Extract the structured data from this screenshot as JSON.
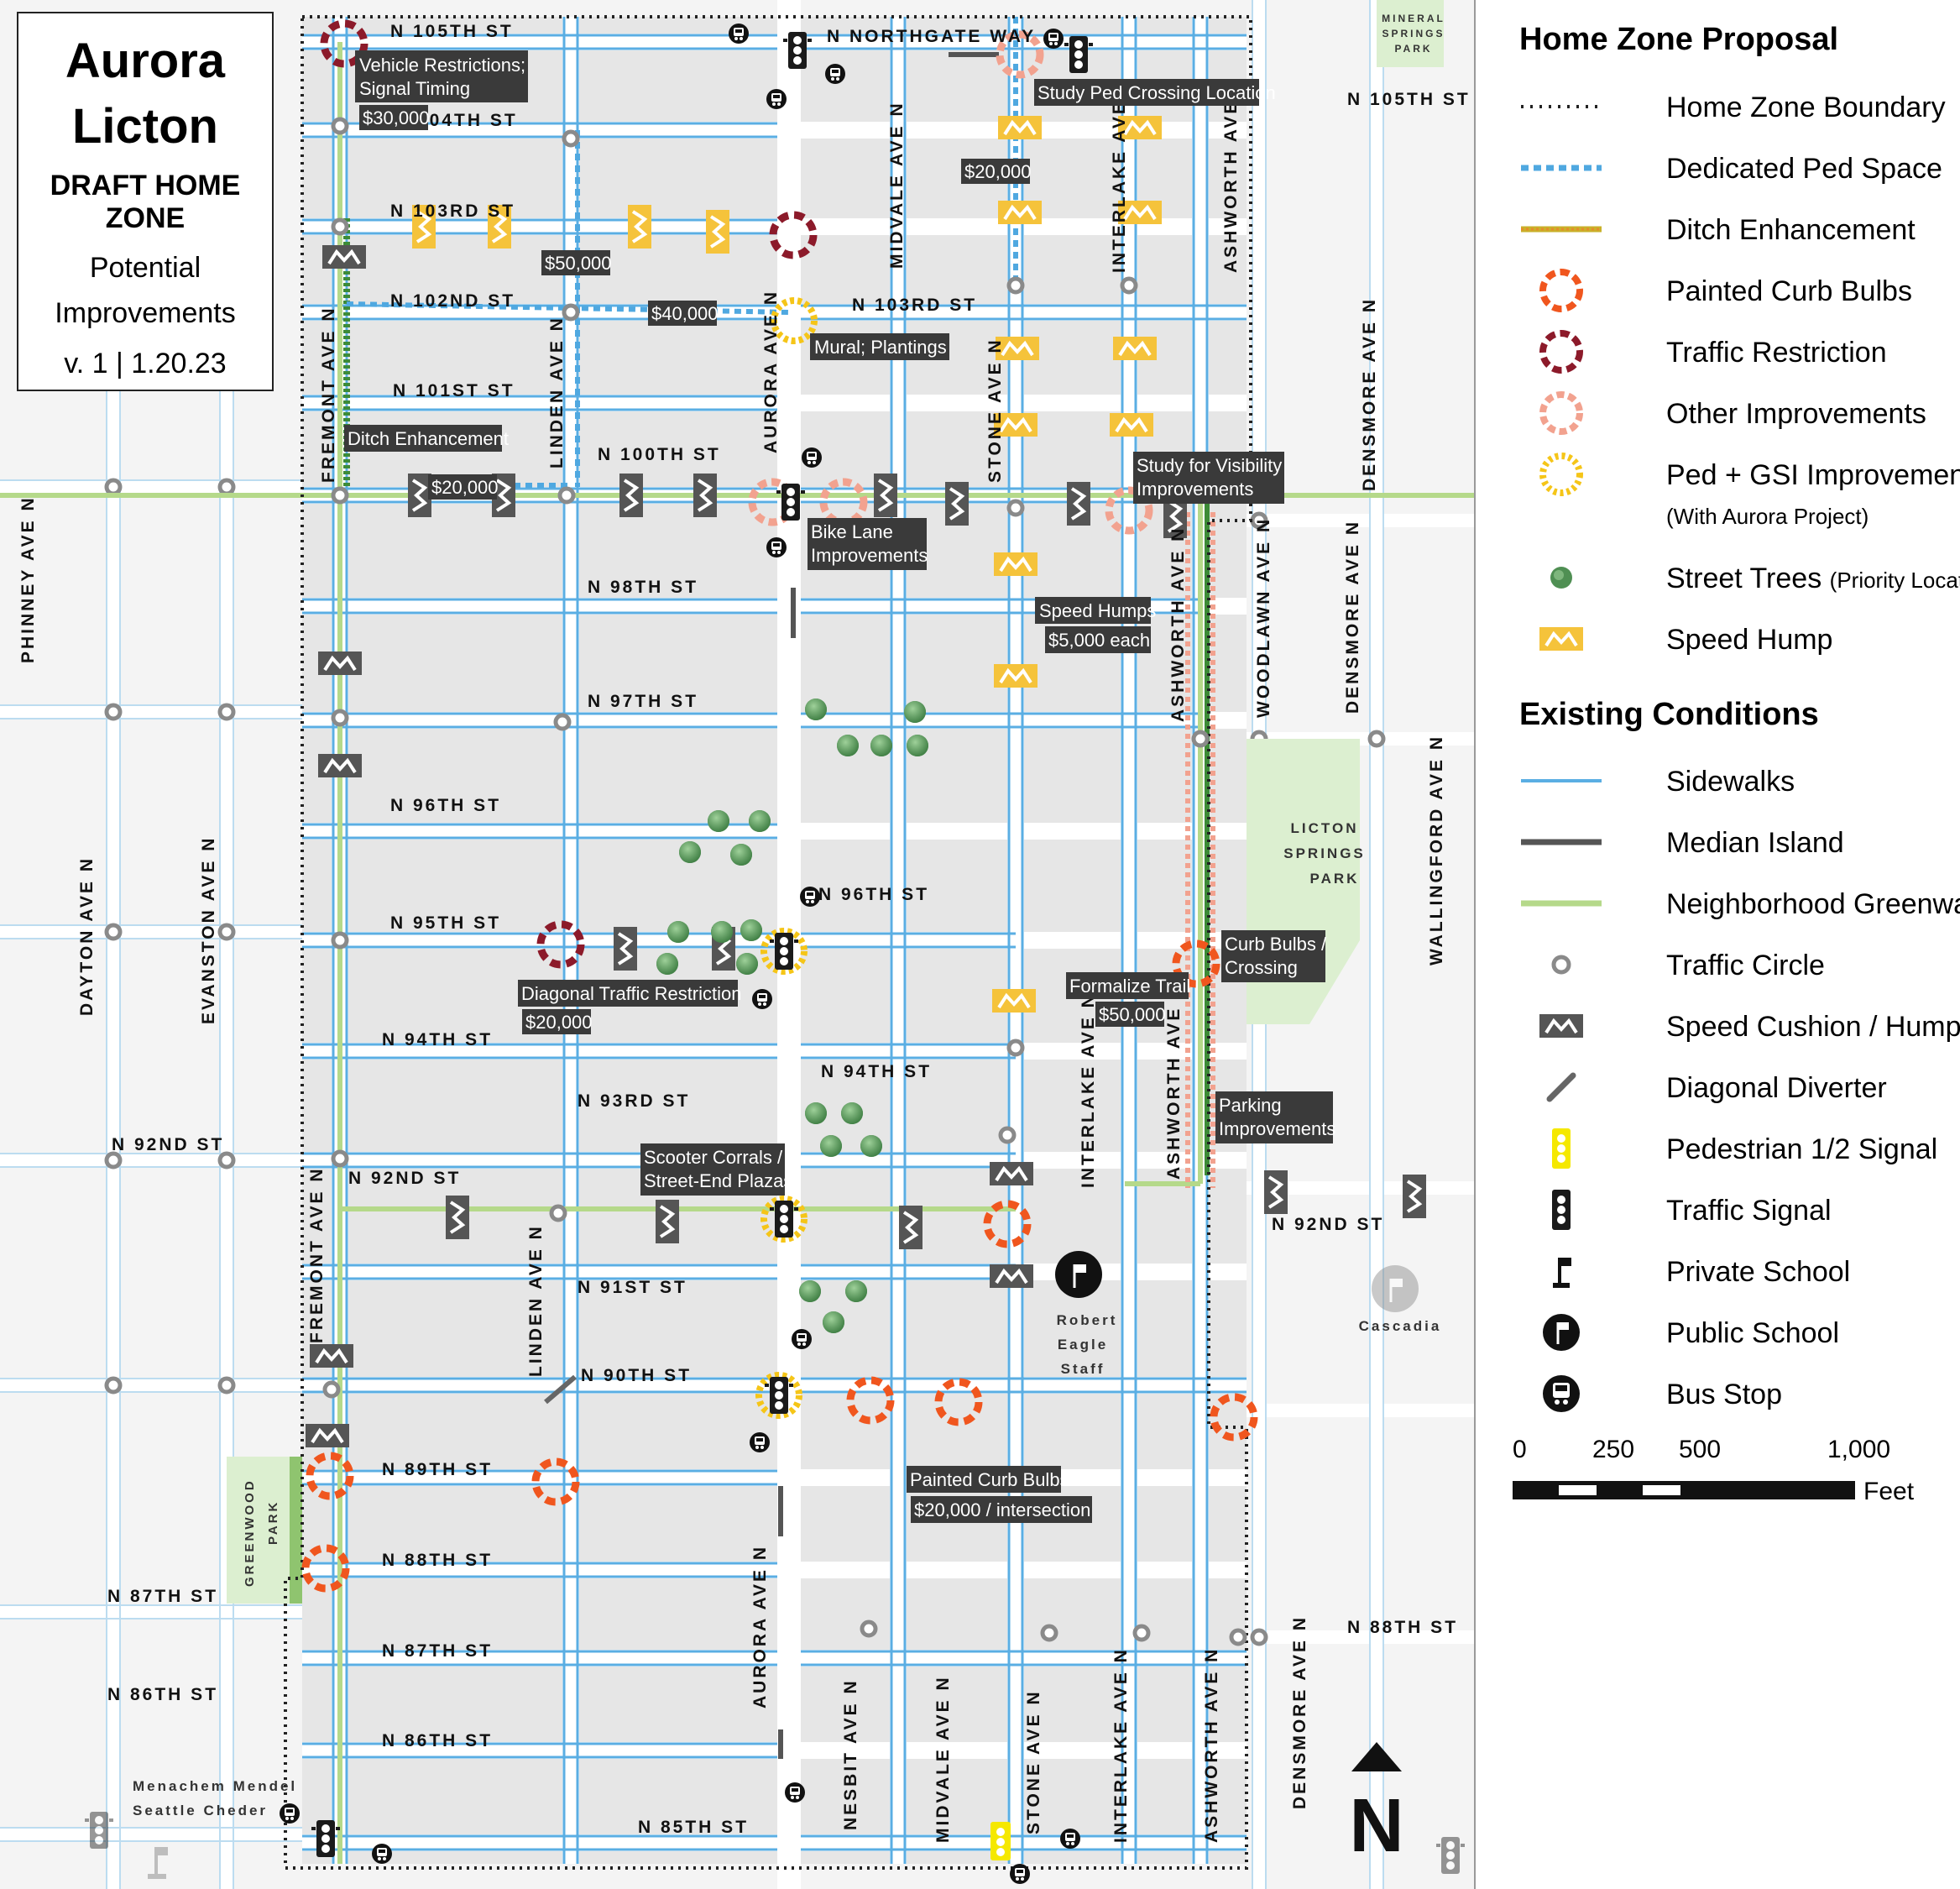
{
  "title": {
    "line1": "Aurora",
    "line2": "Licton",
    "line3": "DRAFT HOME ZONE",
    "line4": "Potential",
    "line5": "Improvements",
    "line6": "v. 1 | 1.20.23"
  },
  "streets": {
    "n105_left": "N 105TH ST",
    "northgate": "N NORTHGATE WAY",
    "n105_right": "N 105TH ST",
    "n104": "N 104TH ST",
    "n103_left": "N 103RD ST",
    "n103_right": "N 103RD ST",
    "n102": "N 102ND ST",
    "n101": "N 101ST ST",
    "n100": "N 100TH ST",
    "n98": "N 98TH ST",
    "n97": "N 97TH ST",
    "n96_left": "N 96TH ST",
    "n96_right": "N 96TH ST",
    "n95": "N 95TH ST",
    "n94_left": "N 94TH ST",
    "n94_right": "N 94TH ST",
    "n93": "N 93RD ST",
    "n92_far": "N 92ND ST",
    "n92_left": "N 92ND ST",
    "n92_right": "N 92ND ST",
    "n91": "N 91ST ST",
    "n90": "N 90TH ST",
    "n89": "N 89TH ST",
    "n88": "N 88TH ST",
    "n88_right": "N 88TH ST",
    "n87_far": "N 87TH ST",
    "n87": "N 87TH ST",
    "n86_far": "N 86TH ST",
    "n86": "N 86TH ST",
    "n85": "N 85TH ST",
    "phinney": "PHINNEY AVE N",
    "dayton": "DAYTON AVE N",
    "evanston": "EVANSTON AVE N",
    "fremont_top": "FREMONT AVE N",
    "fremont_bot": "FREMONT AVE N",
    "linden_top": "LINDEN AVE N",
    "linden_bot": "LINDEN AVE N",
    "aurora_top": "AURORA AVE N",
    "aurora_bot": "AURORA AVE N",
    "midvale_top": "MIDVALE AVE N",
    "midvale_bot": "MIDVALE AVE N",
    "stone_top": "STONE AVE N",
    "stone_bot": "STONE AVE N",
    "interlake_top": "INTERLAKE AVE N",
    "interlake_mid": "INTERLAKE AVE N",
    "interlake_bot": "INTERLAKE AVE N",
    "ashworth_top": "ASHWORTH AVE N",
    "ashworth_mid1": "ASHWORTH AVE N",
    "ashworth_mid2": "ASHWORTH AVE N",
    "ashworth_bot": "ASHWORTH AVE N",
    "densmore_top": "DENSMORE AVE N",
    "densmore_mid": "DENSMORE AVE N",
    "densmore_bot": "DENSMORE AVE N",
    "woodlawn": "WOODLAWN AVE N",
    "wallingford": "WALLINGFORD AVE N",
    "nesbit": "NESBIT AVE N"
  },
  "places": {
    "mineral_1": "MINERAL",
    "mineral_2": "SPRINGS",
    "mineral_3": "PARK",
    "licton_1": "LICTON",
    "licton_2": "SPRINGS",
    "licton_3": "PARK",
    "greenwood_1": "GREENWOOD",
    "greenwood_2": "PARK",
    "robert_1": "Robert",
    "robert_2": "Eagle",
    "robert_3": "Staff",
    "cascadia": "Cascadia",
    "menachem_1": "Menachem Mendel",
    "menachem_2": "Seattle Cheder"
  },
  "callouts": {
    "vehicle_1": "Vehicle Restrictions;",
    "vehicle_2": "Signal Timing",
    "cost_30k": "$30,000",
    "study_ped": "Study Ped Crossing Location",
    "cost_20k_a": "$20,000",
    "cost_50k_a": "$50,000",
    "cost_40k": "$40,000",
    "mural": "Mural; Plantings",
    "ditch": "Ditch Enhancement",
    "cost_20k_b": "$20,000",
    "vis_1": "Study for Visibility",
    "vis_2": "Improvements",
    "bike_1": "Bike Lane",
    "bike_2": "Improvements",
    "humps_1": "Speed Humps",
    "humps_2": "$5,000 each",
    "curbx_1": "Curb Bulbs /",
    "curbx_2": "Crossing",
    "trail_1": "Formalize Trail",
    "trail_2": "$50,000",
    "diag_1": "Diagonal Traffic Restriction",
    "diag_2": "$20,000",
    "parking_1": "Parking",
    "parking_2": "Improvements",
    "scooter_1": "Scooter Corrals /",
    "scooter_2": "Street-End Plazas",
    "painted_1": "Painted Curb Bulbs",
    "painted_2": "$20,000 / intersection"
  },
  "legend": {
    "proposal_heading": "Home Zone Proposal",
    "existing_heading": "Existing Conditions",
    "proposal": [
      {
        "icon": "dotted-boundary-icon",
        "label": "Home Zone Boundary"
      },
      {
        "icon": "dotted-ped-space-icon",
        "label": "Dedicated Ped Space"
      },
      {
        "icon": "ditch-line-icon",
        "label": "Ditch Enhancement"
      },
      {
        "icon": "painted-curb-bulb-icon",
        "label": "Painted Curb Bulbs"
      },
      {
        "icon": "traffic-restriction-icon",
        "label": "Traffic Restriction"
      },
      {
        "icon": "other-improvements-icon",
        "label": "Other Improvements"
      },
      {
        "icon": "ped-gsi-icon",
        "label": "Ped + GSI Improvements"
      },
      {
        "icon": "street-tree-icon",
        "label": "Street Trees",
        "sub": "(Priority Locations)"
      },
      {
        "icon": "speed-hump-icon",
        "label": "Speed Hump"
      }
    ],
    "ped_gsi_note": "(With Aurora Project)",
    "existing": [
      {
        "icon": "sidewalk-line-icon",
        "label": "Sidewalks"
      },
      {
        "icon": "median-line-icon",
        "label": "Median Island"
      },
      {
        "icon": "greenway-line-icon",
        "label": "Neighborhood Greenway"
      },
      {
        "icon": "traffic-circle-icon",
        "label": "Traffic Circle"
      },
      {
        "icon": "speed-cushion-icon",
        "label": "Speed Cushion / Hump"
      },
      {
        "icon": "diagonal-diverter-icon",
        "label": "Diagonal Diverter"
      },
      {
        "icon": "ped-half-signal-icon",
        "label": "Pedestrian 1/2 Signal"
      },
      {
        "icon": "traffic-signal-icon",
        "label": "Traffic Signal"
      },
      {
        "icon": "private-school-icon",
        "label": "Private School"
      },
      {
        "icon": "public-school-icon",
        "label": "Public School"
      },
      {
        "icon": "bus-stop-icon",
        "label": "Bus Stop"
      }
    ],
    "colors": {
      "boundary": "#222222",
      "ped_space": "#4fa8e0",
      "ditch": "#c9b12a",
      "curb_bulb": "#f0561e",
      "restriction": "#8c1a2a",
      "other": "#f2a28f",
      "ped_gsi": "#f5c518",
      "tree": "#4f8f53",
      "hump": "#f5c33b",
      "sidewalk": "#5aaee3",
      "median": "#555555",
      "greenway": "#b5d98a"
    }
  },
  "scale": {
    "t0": "0",
    "t250": "250",
    "t500": "500",
    "t1000": "1,000",
    "unit": "Feet"
  },
  "north": "N"
}
